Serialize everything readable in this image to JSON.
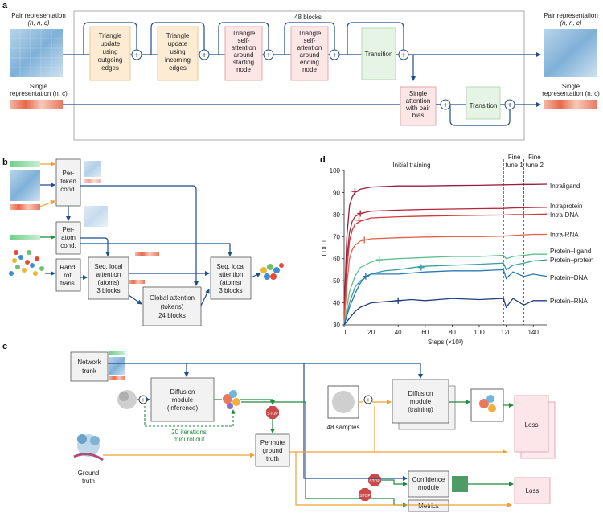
{
  "panels": {
    "a": "a",
    "b": "b",
    "c": "c",
    "d": "d"
  },
  "panel_a": {
    "pair_rep_left": "Pair representation",
    "pair_rep_left_dims": "(n, n, c)",
    "single_rep_left_1": "Single",
    "single_rep_left_2": "representation (n, c)",
    "blocks_label": "48 blocks",
    "tri_out": [
      "Triangle",
      "update",
      "using",
      "outgoing",
      "edges"
    ],
    "tri_in": [
      "Triangle",
      "update",
      "using",
      "incoming",
      "edges"
    ],
    "tri_att_start": [
      "Triangle",
      "self-",
      "attention",
      "around",
      "starting",
      "node"
    ],
    "tri_att_end": [
      "Triangle",
      "self-",
      "attention",
      "around",
      "ending",
      "node"
    ],
    "transition_1": "Transition",
    "single_att": [
      "Single",
      "attention",
      "with pair",
      "bias"
    ],
    "transition_2": "Transition",
    "pair_rep_right": "Pair representation",
    "pair_rep_right_dims": "(n, n, c)",
    "single_rep_right_1": "Single",
    "single_rep_right_2": "representation (n, c)",
    "plus": "+"
  },
  "panel_b": {
    "per_token": [
      "Per-",
      "token",
      "cond."
    ],
    "per_atom": [
      "Per-",
      "atom",
      "cond."
    ],
    "rand_rot": [
      "Rand.",
      "rot.",
      "trans."
    ],
    "seq_local_1": [
      "Seq. local",
      "attention",
      "(atoms)",
      "3 blocks"
    ],
    "global_att": [
      "Global attention",
      "(tokens)",
      "24 blocks"
    ],
    "seq_local_2": [
      "Seq. local",
      "attention",
      "(atoms)",
      "3 blocks"
    ]
  },
  "panel_c": {
    "network_trunk": [
      "Network",
      "trunk"
    ],
    "diff_inf": [
      "Diffusion",
      "module",
      "(inference)"
    ],
    "iterations": "20 iterations",
    "mini_rollout": "mini rollout",
    "stop": "STOP",
    "permute": [
      "Permute",
      "ground",
      "truth"
    ],
    "ground_truth": [
      "Ground",
      "truth"
    ],
    "samples": "48 samples",
    "diff_train": [
      "Diffusion",
      "module",
      "(training)"
    ],
    "loss": "Loss",
    "confidence": [
      "Confidence",
      "module"
    ],
    "metrics": "Metrics"
  },
  "chart_data": {
    "type": "line",
    "xlabel": "Steps (×10³)",
    "ylabel": "LDDT",
    "xlim": [
      0,
      150
    ],
    "ylim": [
      30,
      100
    ],
    "xticks": [
      0,
      20,
      40,
      60,
      80,
      100,
      120,
      140
    ],
    "yticks": [
      30,
      40,
      50,
      60,
      70,
      80,
      90,
      100
    ],
    "annotations": {
      "initial": "Initial training",
      "fine1": [
        "Fine",
        "tune 1"
      ],
      "fine2": [
        "Fine",
        "tune 2"
      ]
    },
    "vlines": [
      118,
      133
    ],
    "series": [
      {
        "name": "Intraligand",
        "color": "#9b1b3a",
        "x": [
          0,
          2,
          4,
          6,
          8,
          12,
          20,
          40,
          60,
          80,
          100,
          118,
          125,
          133,
          140,
          150
        ],
        "values": [
          35,
          70,
          84,
          88,
          90,
          91.5,
          92.5,
          93,
          93,
          93.2,
          93.3,
          93.5,
          93.6,
          93.7,
          93.7,
          93.8
        ],
        "marker_x": 8,
        "marker_y": 90.5
      },
      {
        "name": "Intraprotein",
        "color": "#b5273a",
        "x": [
          0,
          2,
          4,
          6,
          8,
          12,
          20,
          40,
          60,
          80,
          100,
          118,
          125,
          133,
          140,
          150
        ],
        "values": [
          33,
          60,
          72,
          77,
          79,
          80.5,
          81.5,
          82,
          82.3,
          82.5,
          82.7,
          82.8,
          83,
          83.1,
          83.2,
          83.3
        ],
        "marker_x": 12,
        "marker_y": 80.5
      },
      {
        "name": "Intra-DNA",
        "color": "#d03a3a",
        "x": [
          0,
          2,
          4,
          6,
          8,
          12,
          20,
          40,
          60,
          80,
          100,
          118,
          125,
          133,
          140,
          150
        ],
        "values": [
          32,
          55,
          68,
          73,
          75.5,
          77,
          78.5,
          79,
          79.3,
          79.5,
          79.7,
          79.8,
          80,
          80,
          80.1,
          80.2
        ],
        "marker_x": 11,
        "marker_y": 77.5
      },
      {
        "name": "Intra-RNA",
        "color": "#e0624a",
        "x": [
          0,
          2,
          4,
          6,
          8,
          12,
          20,
          40,
          60,
          80,
          100,
          118,
          125,
          133,
          140,
          150
        ],
        "values": [
          31,
          48,
          60,
          64,
          66,
          68,
          69,
          69.5,
          69.8,
          70,
          70,
          70.2,
          70.5,
          70.8,
          71,
          71
        ],
        "marker_x": 15,
        "marker_y": 68.5
      },
      {
        "name": "Protein–ligand",
        "color": "#5cc08a",
        "x": [
          0,
          4,
          8,
          12,
          20,
          26,
          40,
          60,
          80,
          100,
          118,
          120,
          125,
          133,
          140,
          150
        ],
        "values": [
          30,
          45,
          52,
          56,
          58.5,
          59.5,
          60,
          60.5,
          61,
          61,
          61.5,
          60,
          61,
          61.5,
          62,
          62
        ],
        "marker_x": 26,
        "marker_y": 59.5
      },
      {
        "name": "Protein–protein",
        "color": "#3aa0a0",
        "x": [
          0,
          4,
          8,
          12,
          20,
          30,
          40,
          57,
          80,
          100,
          118,
          120,
          125,
          133,
          140,
          150
        ],
        "values": [
          30,
          40,
          47,
          50,
          53,
          54.5,
          55,
          56.5,
          57,
          57.5,
          58,
          55,
          57,
          58,
          59,
          59.5
        ],
        "marker_x": 57,
        "marker_y": 56
      },
      {
        "name": "Protein–DNA",
        "color": "#2a7ab0",
        "x": [
          0,
          4,
          8,
          12,
          16,
          20,
          30,
          40,
          60,
          80,
          100,
          118,
          120,
          125,
          133,
          140,
          150
        ],
        "values": [
          30,
          38,
          44,
          49,
          52,
          53,
          53,
          53,
          54,
          54.5,
          54.5,
          55,
          51,
          54,
          52,
          53,
          52
        ],
        "marker_x": 16,
        "marker_y": 52
      },
      {
        "name": "Protein–RNA",
        "color": "#1f3f80",
        "x": [
          0,
          4,
          8,
          12,
          20,
          30,
          40,
          50,
          60,
          80,
          100,
          118,
          120,
          125,
          133,
          140,
          150
        ],
        "values": [
          30,
          33,
          36,
          38,
          40,
          40.5,
          41,
          41.5,
          41,
          42,
          41.5,
          42,
          38,
          42,
          39,
          41,
          41
        ],
        "marker_x": 40,
        "marker_y": 41
      }
    ]
  }
}
